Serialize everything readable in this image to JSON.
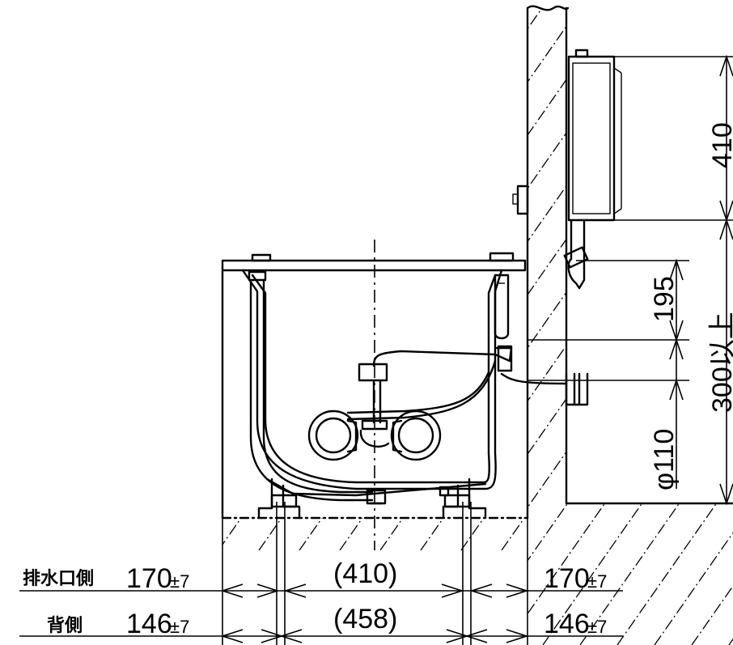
{
  "dimensions": {
    "heater_height": "410",
    "pipe_offset": "195",
    "min_clearance": "300以上",
    "pipe_diameter": "φ110",
    "drain_side": {
      "label": "排水口側",
      "left_value": "170",
      "left_tolerance": "±7",
      "center_value": "(410)",
      "right_value": "170",
      "right_tolerance": "±7"
    },
    "back_side": {
      "label": "背側",
      "left_value": "146",
      "left_tolerance": "±7",
      "center_value": "(458)",
      "right_value": "146",
      "right_tolerance": "±7"
    }
  }
}
